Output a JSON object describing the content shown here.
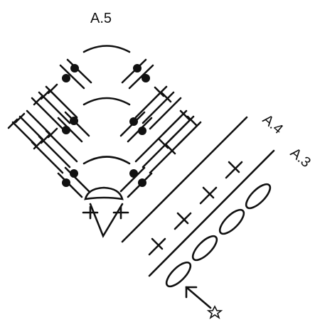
{
  "labels": {
    "a5": "A.5",
    "a4": "A.4",
    "a3": "A.3"
  },
  "legend_symbols": [
    "arch-chain",
    "treble-with-dot",
    "double-treble-stitch",
    "single-stitch",
    "chain-loop-oval",
    "start-star-arrow"
  ],
  "colors": {
    "ink": "#111111",
    "background": "#ffffff"
  }
}
